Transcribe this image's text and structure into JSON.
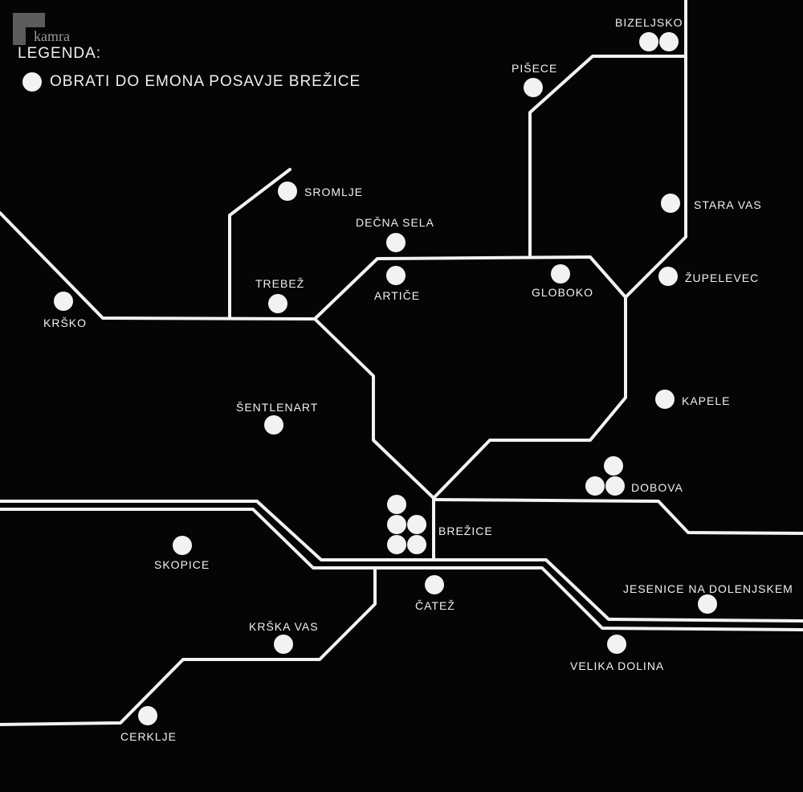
{
  "legend": {
    "title": "LEGENDA:",
    "entry": "OBRATI DO EMONA POSAVJE BREŽICE"
  },
  "watermark": {
    "text": "kamra"
  },
  "places": {
    "bizeljsko": "BIZELJSKO",
    "pisece": "PIŠECE",
    "sromlje": "SROMLJE",
    "decna_sela": "DEČNA SELA",
    "stara_vas": "STARA VAS",
    "zupelevec": "ŽUPELEVEC",
    "trebez": "TREBEŽ",
    "artice": "ARTIČE",
    "globoko": "GLOBOKO",
    "krsko": "KRŠKO",
    "kapele": "KAPELE",
    "sentlenart": "ŠENTLENART",
    "dobova": "DOBOVA",
    "brezice": "BREŽICE",
    "skopice": "SKOPICE",
    "jesenice": "JESENICE NA DOLENJSKEM",
    "catez": "ČATEŽ",
    "krska_vas": "KRŠKA VAS",
    "velika_dolina": "VELIKA DOLINA",
    "cerklje": "CERKLJE"
  },
  "store_counts": {
    "bizeljsko": 2,
    "pisece": 1,
    "sromlje": 1,
    "decna_sela": 1,
    "stara_vas": 1,
    "zupelevec": 1,
    "trebez": 1,
    "artice": 1,
    "globoko": 1,
    "krsko": 1,
    "kapele": 1,
    "sentlenart": 1,
    "dobova": 3,
    "brezice": 5,
    "skopice": 1,
    "jesenice": 1,
    "catez": 1,
    "krska_vas": 1,
    "velika_dolina": 1,
    "cerklje": 1
  },
  "colors": {
    "background": "#050505",
    "road": "#f2f2f2",
    "marker": "#f2f2f2",
    "text": "#f0f0f0"
  }
}
